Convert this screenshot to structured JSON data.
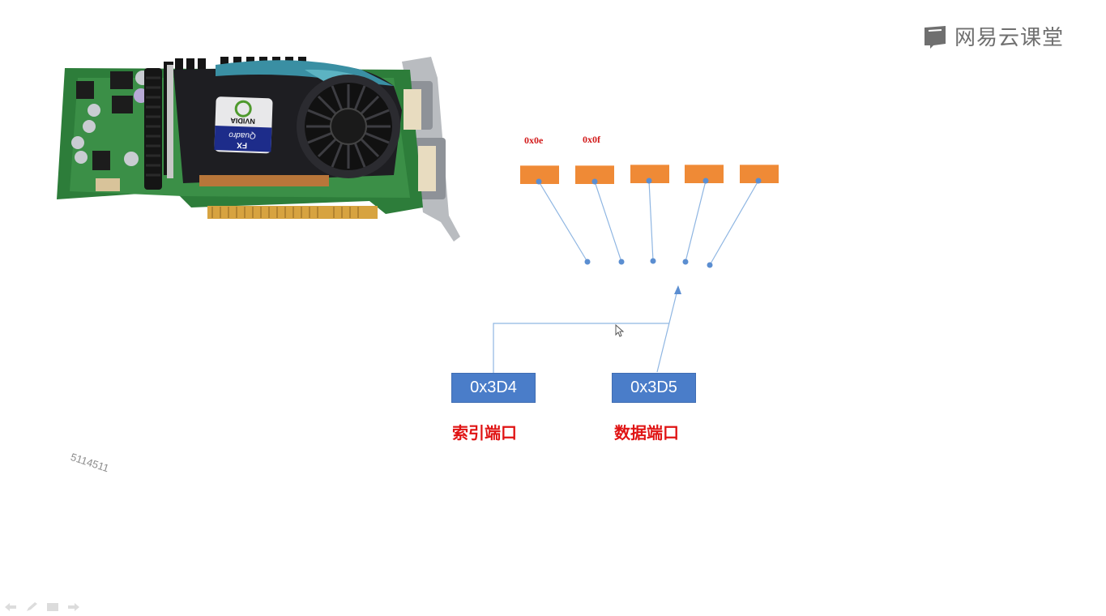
{
  "brand": {
    "name": "网易云课堂",
    "icon": "book-logo-icon"
  },
  "gpu_image": {
    "alt_icon": "graphics-card-image",
    "chip_brand": "NVIDIA",
    "product": "Quadro FX"
  },
  "registers": {
    "labels": [
      "0x0e",
      "0x0f"
    ],
    "count": 5,
    "color": "#ef8a36"
  },
  "ports": {
    "index": {
      "value": "0x3D4",
      "caption": "索引端口"
    },
    "data": {
      "value": "0x3D5",
      "caption": "数据端口"
    },
    "color": "#4a7dc9",
    "caption_color": "#e01414"
  },
  "watermark": "5114511",
  "toolbar": [
    "back-icon",
    "pen-icon",
    "slides-icon",
    "forward-icon"
  ]
}
